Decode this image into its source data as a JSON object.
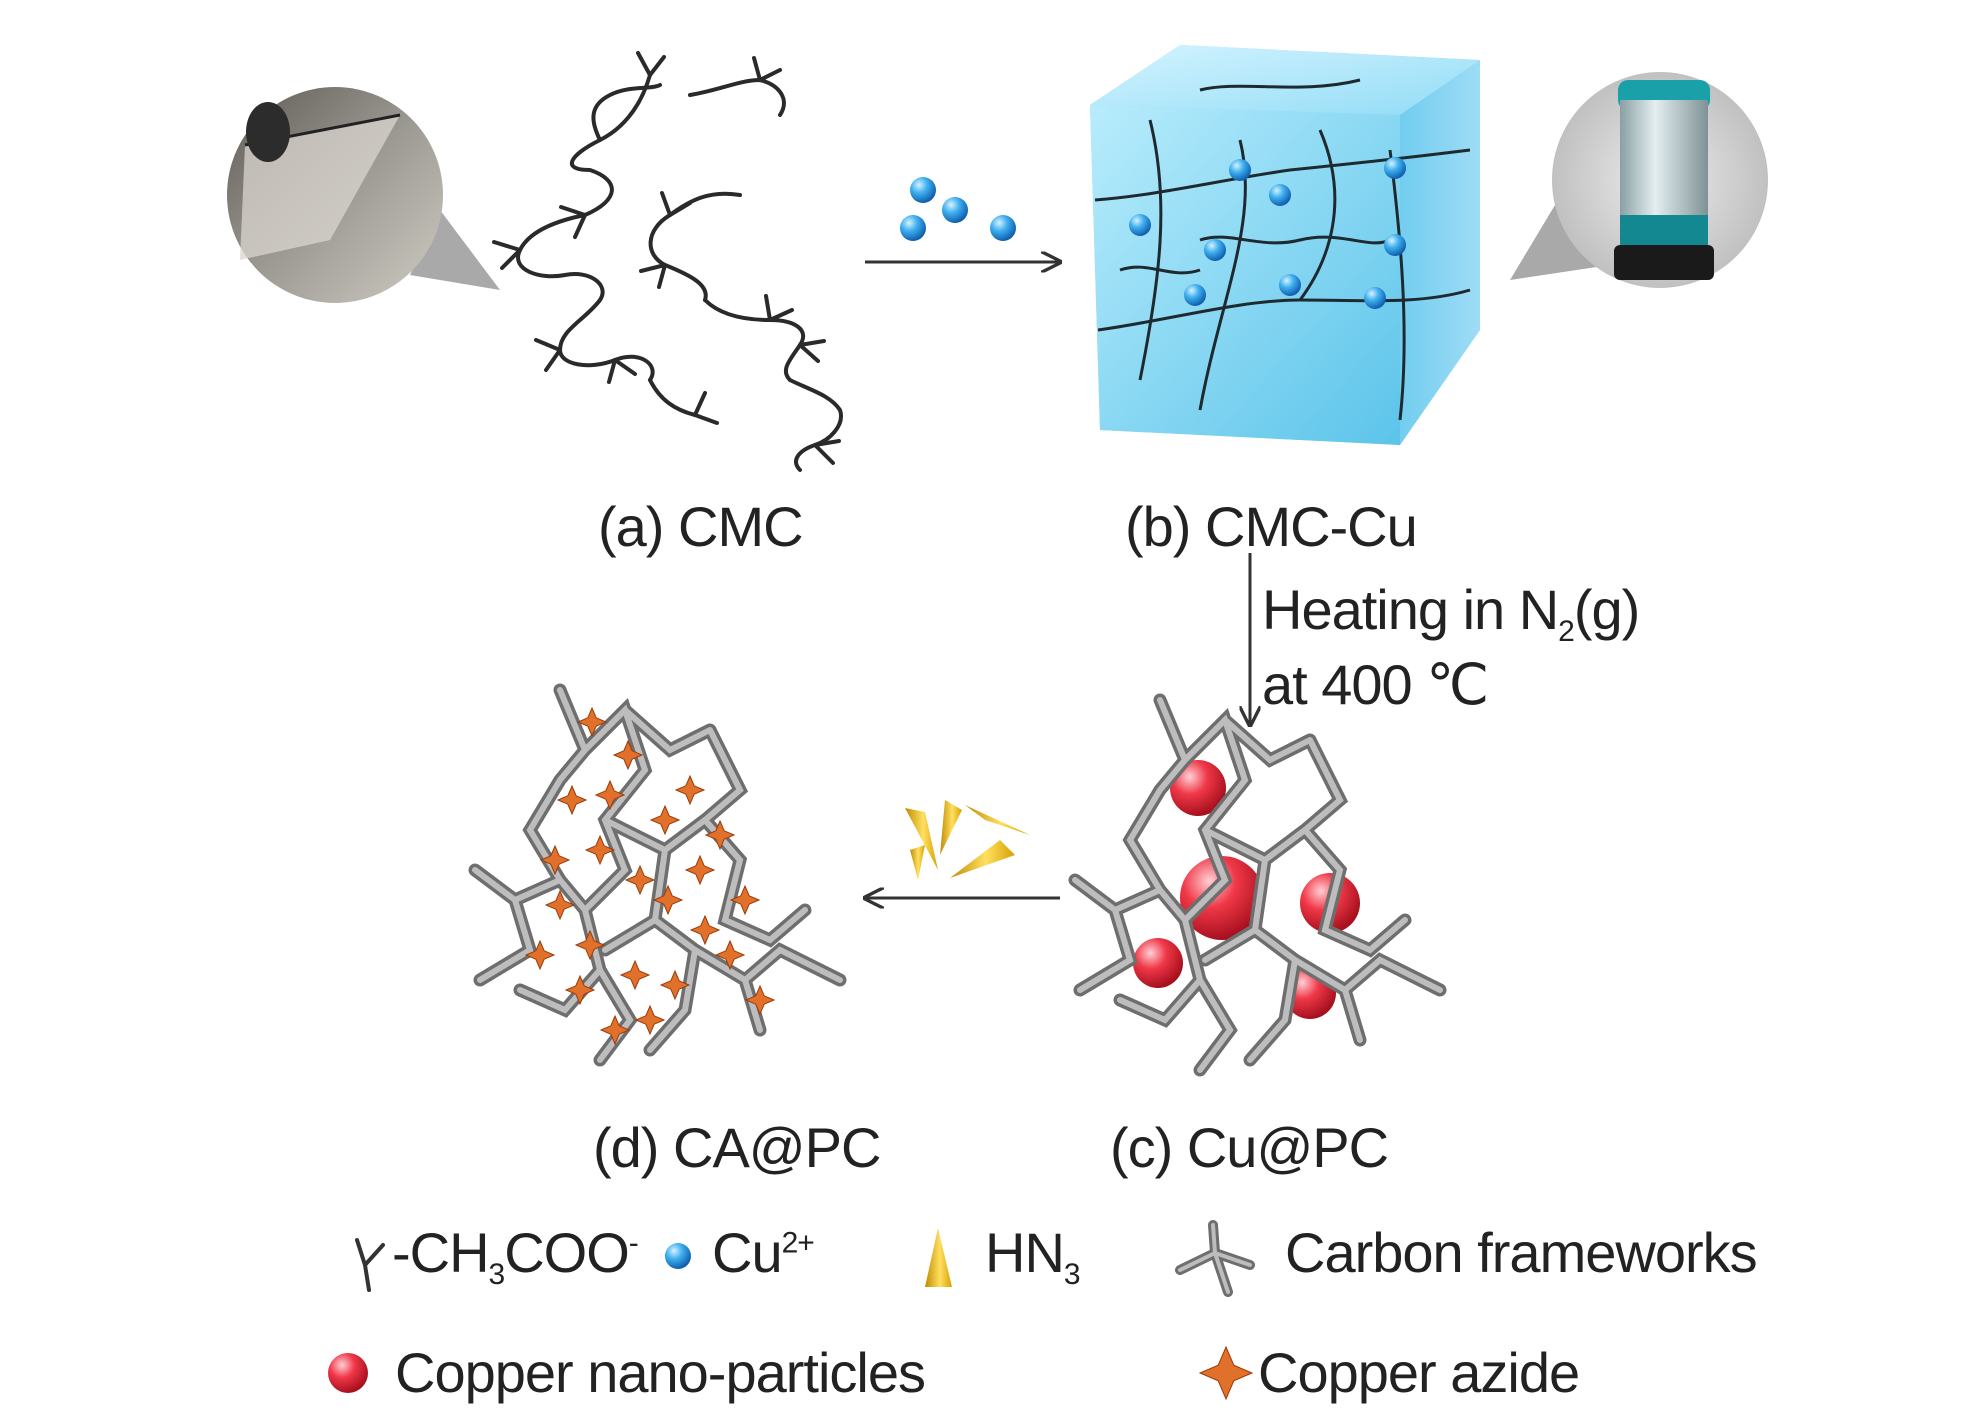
{
  "labels": {
    "a": "(a) CMC",
    "b": "(b) CMC-Cu",
    "c": "(c) Cu@PC",
    "d": "(d) CA@PC"
  },
  "conditions": {
    "line1_prefix": "Heating in N",
    "line1_sub": "2",
    "line1_suffix": "(g)",
    "line2": "at 400 ℃"
  },
  "legend": {
    "acetate_prefix": "-CH",
    "acetate_sub": "3",
    "acetate_mid": "COO",
    "acetate_sup": "-",
    "cu_ion": "Cu",
    "cu_ion_sup": "2+",
    "hn3": "HN",
    "hn3_sub": "3",
    "carbon": "Carbon frameworks",
    "nanoparticles": "Copper nano-particles",
    "azide": "Copper azide"
  },
  "colors": {
    "chain": "#2a2a2a",
    "gel_cube": "#8fd6f0",
    "cu_ion": "#2a9be0",
    "framework": "#9a9a9a",
    "nanoparticle": "#e8283a",
    "azide": "#e0702a",
    "hn3": "#f2c21a"
  }
}
